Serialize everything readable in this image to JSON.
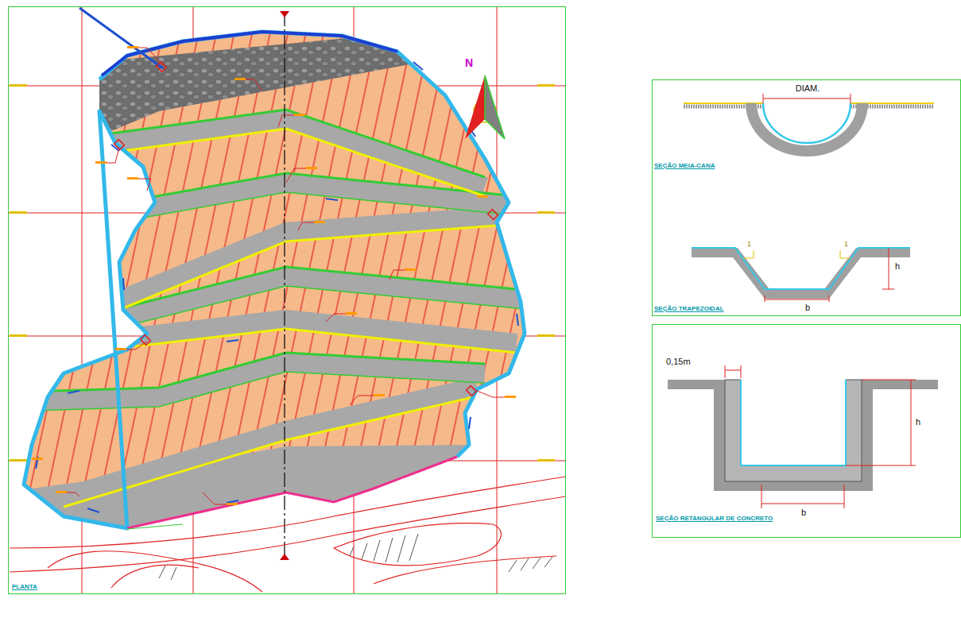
{
  "diagram": {
    "nodes": [
      {
        "text": [
          "PLANTA"
        ]
      },
      {
        "text": [
          "DIAM.",
          "SEÇÃO MEIA-CANA",
          "1",
          "1",
          "h",
          "b",
          "SEÇÃO TRAPEZOIDAL"
        ]
      },
      {
        "text": [
          "0,15m",
          "h",
          "b",
          "SEÇÃO RETANGULAR DE CONCRETO"
        ]
      }
    ],
    "labels": [
      "N"
    ]
  }
}
